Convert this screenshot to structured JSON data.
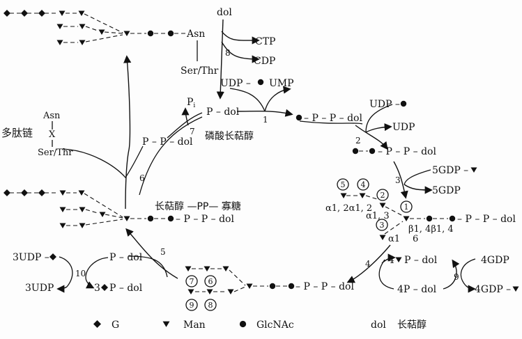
{
  "labels": {
    "dol": "dol",
    "ctp": "CTP",
    "cdp": "CDP",
    "asn": "Asn",
    "ser_thr": "Ser/Thr",
    "x": "X",
    "udp_pref": "UDP –",
    "ump": "UMP",
    "pi": "P",
    "pi_sub": "i",
    "p_dol": "P – dol",
    "pp_dol_left": "P – P – dol",
    "p_p_dol": "– P – P – dol",
    "udp_top": "UDP –",
    "udp": "UDP",
    "gdp5": "5GDP –",
    "gdp5b": "5GDP",
    "gdp4": "4GDP",
    "gdp4b": "4GDP –",
    "udp3": "3UDP –",
    "udp3b": "3UDP",
    "p_dol_3": "3",
    "four_p_dol": "4",
    "four_p": "4P – dol",
    "branch_alpha": "α1, 2α1, 2",
    "branch_alpha2": "α1, 3",
    "branch_beta": "β1, 4β1, 4",
    "branch_6": "6",
    "branch_a1": "α1",
    "branch_a1b": "α1"
  },
  "chinese": {
    "polypeptide": "多肽链",
    "dolichol_phosphate": "磷酸长萜醇",
    "dolichol_pp_oligo": "长萜醇 —PP— 寡糖",
    "dolichol": "长萜醇"
  },
  "steps": [
    "1",
    "2",
    "3",
    "4",
    "5",
    "6",
    "7",
    "8",
    "9",
    "10"
  ],
  "circled": [
    "1",
    "2",
    "3",
    "4",
    "5",
    "6",
    "7",
    "8",
    "9"
  ],
  "legend": {
    "g": "G",
    "man": "Man",
    "glcnac": "GlcNAc",
    "dol": "dol"
  }
}
